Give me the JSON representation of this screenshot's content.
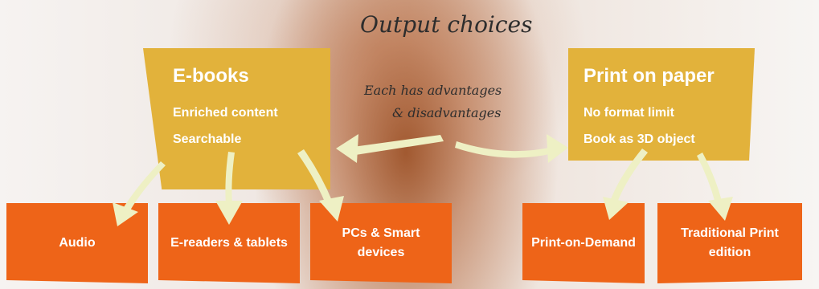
{
  "heading": "Output choices",
  "note": {
    "line1": "Each has advantages",
    "line2": "& disadvantages"
  },
  "ebooks": {
    "title": "E-books",
    "line1": "Enriched content",
    "line2": "Searchable"
  },
  "paper": {
    "title": "Print on paper",
    "line1": "No format limit",
    "line2": "Book as 3D object"
  },
  "outputs": {
    "audio": "Audio",
    "ereaders": "E-readers & tablets",
    "pcs": "PCs & Smart devices",
    "pod": "Print-on-Demand",
    "traditional": "Traditional Print edition"
  },
  "colors": {
    "primary_box": "#e2b23b",
    "secondary_box": "#ee6418",
    "arrow": "#eef0c4",
    "text": "#ffffff"
  }
}
